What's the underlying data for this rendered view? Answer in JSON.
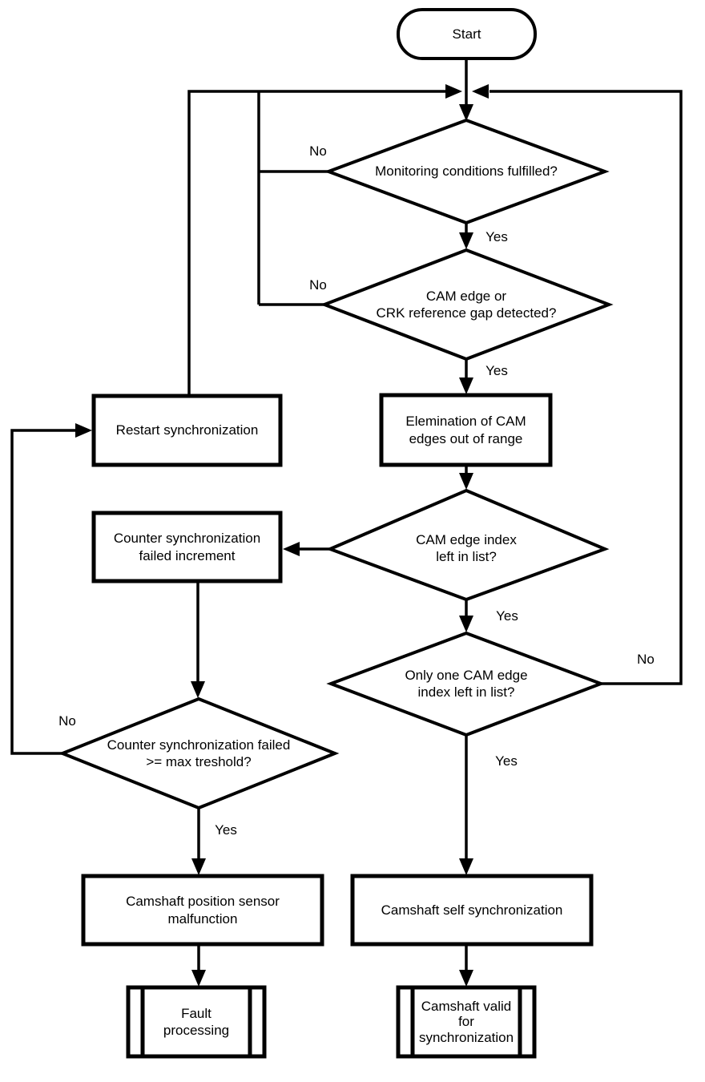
{
  "diagram": {
    "type": "flowchart",
    "background_color": "#ffffff",
    "line_color": "#000000",
    "nodes": {
      "start": {
        "type": "terminator",
        "label": "Start"
      },
      "monitoring": {
        "type": "decision",
        "label": "Monitoring conditions fulfilled?"
      },
      "cam_edge": {
        "type": "decision",
        "label": "CAM edge or\nCRK reference gap detected?"
      },
      "restart": {
        "type": "process",
        "label": "Restart synchronization"
      },
      "elimination": {
        "type": "process",
        "label": "Elemination of CAM\nedges out of range"
      },
      "counter_inc": {
        "type": "process",
        "label": "Counter synchronization\nfailed increment"
      },
      "edge_index": {
        "type": "decision",
        "label": "CAM edge index\nleft in list?"
      },
      "only_one": {
        "type": "decision",
        "label": "Only one CAM edge\nindex left in list?"
      },
      "counter_max": {
        "type": "decision",
        "label": "Counter synchronization failed\n>= max treshold?"
      },
      "sensor_malfunction": {
        "type": "process",
        "label": "Camshaft position sensor\nmalfunction"
      },
      "self_sync": {
        "type": "process",
        "label": "Camshaft self synchronization"
      },
      "fault_processing": {
        "type": "predefined-process",
        "label": "Fault\nprocessing"
      },
      "cam_valid": {
        "type": "predefined-process",
        "label": "Camshaft valid\nfor\nsynchronization"
      }
    },
    "edges": [
      {
        "from": "start",
        "to": "monitoring",
        "label": ""
      },
      {
        "from": "monitoring",
        "to": "monitoring",
        "label": "No"
      },
      {
        "from": "monitoring",
        "to": "cam_edge",
        "label": "Yes"
      },
      {
        "from": "cam_edge",
        "to": "monitoring",
        "label": "No"
      },
      {
        "from": "cam_edge",
        "to": "elimination",
        "label": "Yes"
      },
      {
        "from": "elimination",
        "to": "edge_index",
        "label": ""
      },
      {
        "from": "edge_index",
        "to": "counter_inc",
        "label": ""
      },
      {
        "from": "edge_index",
        "to": "only_one",
        "label": "Yes"
      },
      {
        "from": "only_one",
        "to": "monitoring",
        "label": "No"
      },
      {
        "from": "only_one",
        "to": "self_sync",
        "label": "Yes"
      },
      {
        "from": "counter_inc",
        "to": "counter_max",
        "label": ""
      },
      {
        "from": "counter_max",
        "to": "restart",
        "label": "No"
      },
      {
        "from": "counter_max",
        "to": "sensor_malfunction",
        "label": "Yes"
      },
      {
        "from": "restart",
        "to": "monitoring",
        "label": ""
      },
      {
        "from": "sensor_malfunction",
        "to": "fault_processing",
        "label": ""
      },
      {
        "from": "self_sync",
        "to": "cam_valid",
        "label": ""
      }
    ]
  }
}
